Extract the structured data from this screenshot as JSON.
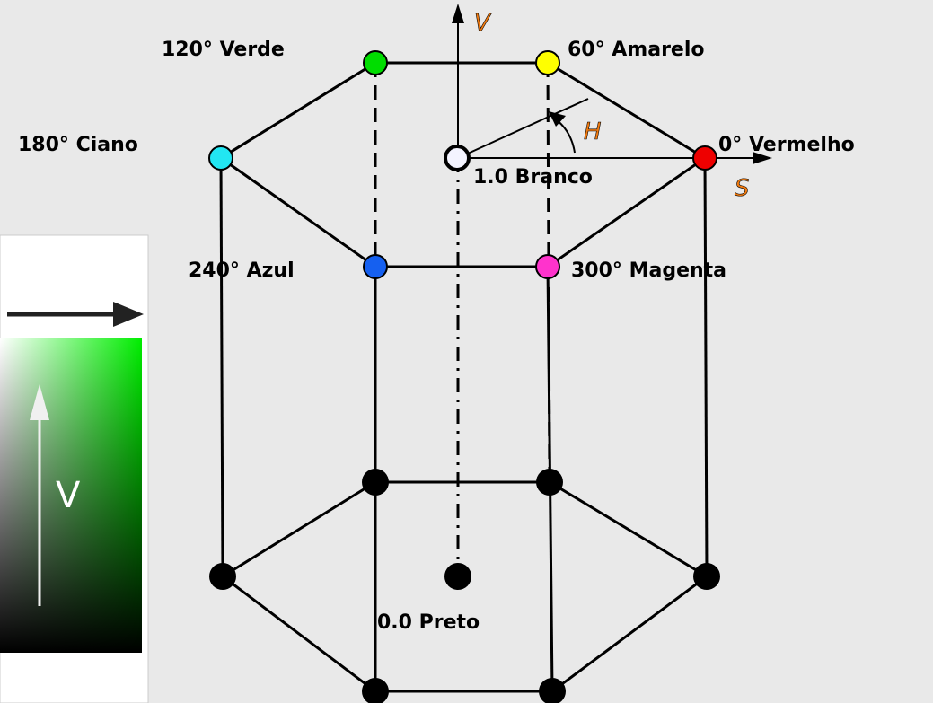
{
  "vertices": {
    "green": {
      "label": "120° Verde",
      "color": "#00dd00"
    },
    "yellow": {
      "label": "60° Amarelo",
      "color": "#ffff00"
    },
    "cyan": {
      "label": "180° Ciano",
      "color": "#22e6f2"
    },
    "red": {
      "label": "0° Vermelho",
      "color": "#ee0000"
    },
    "blue": {
      "label": "240° Azul",
      "color": "#1560f0"
    },
    "magenta": {
      "label": "300° Magenta",
      "color": "#ff33cc"
    },
    "white": {
      "label": "1.0 Branco",
      "color": "#f4f4ff"
    },
    "black": {
      "label": "0.0 Preto",
      "color": "#000000"
    }
  },
  "axes": {
    "v": "V",
    "s": "S",
    "h": "H"
  },
  "inset": {
    "v_label": "V"
  },
  "colors": {
    "background": "#e9e9e9",
    "axis_label": "#f07a10",
    "edge": "#000000"
  }
}
